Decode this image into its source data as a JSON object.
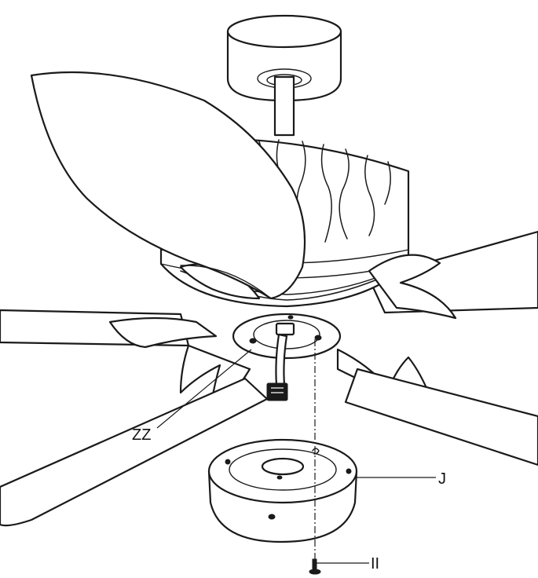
{
  "labels": {
    "zz": "ZZ",
    "j": "J",
    "ii": "II"
  },
  "colors": {
    "line": "#1a1a1a",
    "fill": "#ffffff"
  }
}
